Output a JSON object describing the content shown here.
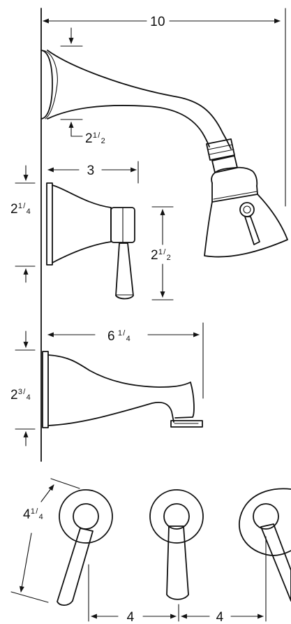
{
  "dimensions": {
    "shower_arm_length": {
      "whole": "10"
    },
    "shower_arm_height": {
      "whole": "2",
      "num": "1",
      "den": "2"
    },
    "valve_trim_depth": {
      "whole": "3"
    },
    "valve_trim_height": {
      "whole": "2",
      "num": "1",
      "den": "4"
    },
    "lever_height": {
      "whole": "2",
      "num": "1",
      "den": "2"
    },
    "tub_spout_length": {
      "whole": "6",
      "num": "1",
      "den": "4"
    },
    "tub_spout_height": {
      "whole": "2",
      "num": "3",
      "den": "4"
    },
    "escutcheon_diameter": {
      "whole": "4",
      "num": "1",
      "den": "4"
    },
    "handle_spacing_left": {
      "whole": "4"
    },
    "handle_spacing_right": {
      "whole": "4"
    }
  },
  "colors": {
    "ink": "#111111",
    "paper": "#ffffff"
  }
}
